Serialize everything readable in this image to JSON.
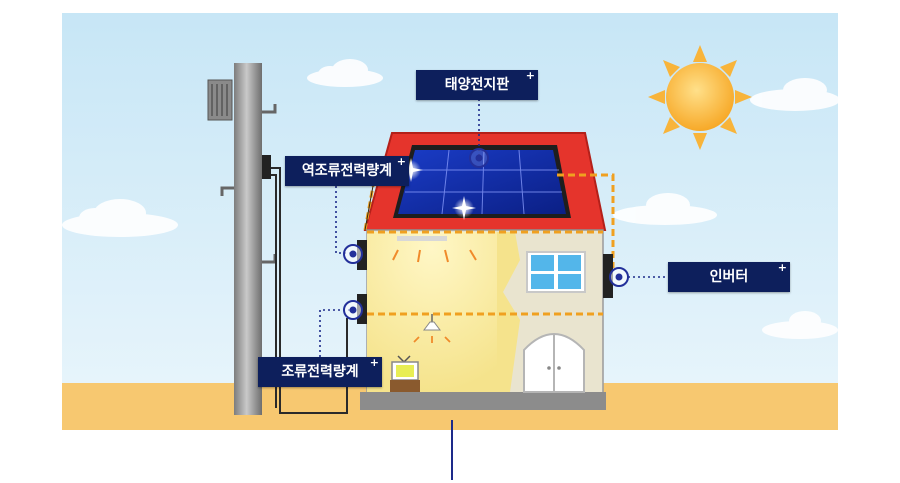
{
  "diagram": {
    "labels": {
      "solar_panel": "태양전지판",
      "reverse_meter": "역조류전력량계",
      "inverter": "인버터",
      "forward_meter": "조류전력량계"
    },
    "expand_symbol": "+"
  },
  "colors": {
    "sky": "#cde8f6",
    "ground": "#f7c870",
    "label_bg": "#0d1f5c",
    "wire": "#f0a020",
    "connector": "#1d2a8a"
  }
}
